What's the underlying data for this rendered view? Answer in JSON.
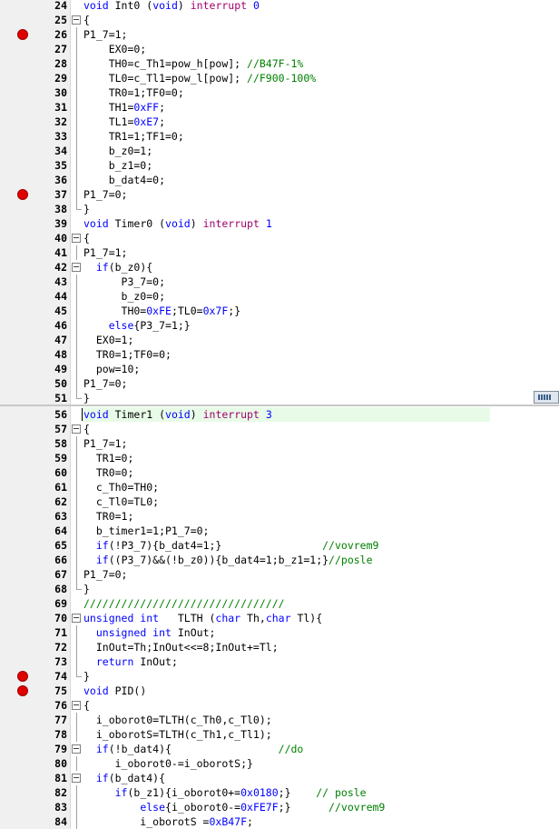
{
  "editor": {
    "lines": [
      {
        "n": "24",
        "bp": false,
        "fold": "none",
        "segs": [
          [
            "kw",
            "void "
          ],
          [
            "",
            "Int0 "
          ],
          [
            "",
            "("
          ],
          [
            "kw",
            "void"
          ],
          [
            "",
            ") "
          ],
          [
            "purple",
            "interrupt "
          ],
          [
            "num",
            "0"
          ]
        ]
      },
      {
        "n": "25",
        "bp": false,
        "fold": "open",
        "segs": [
          [
            "",
            "{"
          ]
        ]
      },
      {
        "n": "26",
        "bp": true,
        "fold": "line",
        "segs": [
          [
            "",
            "P1_7=1;"
          ]
        ]
      },
      {
        "n": "27",
        "bp": false,
        "fold": "line",
        "segs": [
          [
            "",
            "    EX0=0;"
          ]
        ]
      },
      {
        "n": "28",
        "bp": false,
        "fold": "line",
        "segs": [
          [
            "",
            "    TH0=c_Th1=pow_h[pow]; "
          ],
          [
            "cmt",
            "//B47F-1%"
          ]
        ]
      },
      {
        "n": "29",
        "bp": false,
        "fold": "line",
        "segs": [
          [
            "",
            "    TL0=c_Tl1=pow_l[pow]; "
          ],
          [
            "cmt",
            "//F900-100%"
          ]
        ]
      },
      {
        "n": "30",
        "bp": false,
        "fold": "line",
        "segs": [
          [
            "",
            "    TR0=1;TF0=0;"
          ]
        ]
      },
      {
        "n": "31",
        "bp": false,
        "fold": "line",
        "segs": [
          [
            "",
            "    TH1="
          ],
          [
            "num",
            "0xFF"
          ],
          [
            "",
            ";"
          ]
        ]
      },
      {
        "n": "32",
        "bp": false,
        "fold": "line",
        "segs": [
          [
            "",
            "    TL1="
          ],
          [
            "num",
            "0xE7"
          ],
          [
            "",
            ";"
          ]
        ]
      },
      {
        "n": "33",
        "bp": false,
        "fold": "line",
        "segs": [
          [
            "",
            "    TR1=1;TF1=0;"
          ]
        ]
      },
      {
        "n": "34",
        "bp": false,
        "fold": "line",
        "segs": [
          [
            "",
            "    b_z0=1;"
          ]
        ]
      },
      {
        "n": "35",
        "bp": false,
        "fold": "line",
        "segs": [
          [
            "",
            "    b_z1=0;"
          ]
        ]
      },
      {
        "n": "36",
        "bp": false,
        "fold": "line",
        "segs": [
          [
            "",
            "    b_dat4=0;"
          ]
        ]
      },
      {
        "n": "37",
        "bp": true,
        "fold": "line",
        "segs": [
          [
            "",
            "P1_7=0;"
          ]
        ]
      },
      {
        "n": "38",
        "bp": false,
        "fold": "end",
        "segs": [
          [
            "",
            "}"
          ]
        ]
      },
      {
        "n": "39",
        "bp": false,
        "fold": "none",
        "segs": [
          [
            "kw",
            "void "
          ],
          [
            "",
            "Timer0 "
          ],
          [
            "",
            "("
          ],
          [
            "kw",
            "void"
          ],
          [
            "",
            ") "
          ],
          [
            "purple",
            "interrupt "
          ],
          [
            "num",
            "1"
          ]
        ]
      },
      {
        "n": "40",
        "bp": false,
        "fold": "open",
        "segs": [
          [
            "",
            "{"
          ]
        ]
      },
      {
        "n": "41",
        "bp": false,
        "fold": "line",
        "segs": [
          [
            "",
            "P1_7=1;"
          ]
        ]
      },
      {
        "n": "42",
        "bp": false,
        "fold": "open",
        "segs": [
          [
            "",
            "  "
          ],
          [
            "kw",
            "if"
          ],
          [
            "",
            "(b_z0){"
          ]
        ]
      },
      {
        "n": "43",
        "bp": false,
        "fold": "line",
        "segs": [
          [
            "",
            "      P3_7=0;"
          ]
        ]
      },
      {
        "n": "44",
        "bp": false,
        "fold": "line",
        "segs": [
          [
            "",
            "      b_z0=0;"
          ]
        ]
      },
      {
        "n": "45",
        "bp": false,
        "fold": "line",
        "segs": [
          [
            "",
            "      TH0="
          ],
          [
            "num",
            "0xFE"
          ],
          [
            "",
            ";TL0="
          ],
          [
            "num",
            "0x7F"
          ],
          [
            "",
            ";}"
          ]
        ]
      },
      {
        "n": "46",
        "bp": false,
        "fold": "line",
        "segs": [
          [
            "",
            "    "
          ],
          [
            "kw",
            "else"
          ],
          [
            "",
            "{P3_7=1;}"
          ]
        ]
      },
      {
        "n": "47",
        "bp": false,
        "fold": "line",
        "segs": [
          [
            "",
            "  EX0=1;"
          ]
        ]
      },
      {
        "n": "48",
        "bp": false,
        "fold": "line",
        "segs": [
          [
            "",
            "  TR0=1;TF0=0;"
          ]
        ]
      },
      {
        "n": "49",
        "bp": false,
        "fold": "line",
        "segs": [
          [
            "",
            "  pow=10;"
          ]
        ]
      },
      {
        "n": "50",
        "bp": false,
        "fold": "line",
        "segs": [
          [
            "",
            "P1_7=0;"
          ]
        ]
      },
      {
        "n": "51",
        "bp": false,
        "fold": "end",
        "segs": [
          [
            "",
            "}"
          ]
        ]
      },
      {
        "n": "56",
        "bp": false,
        "fold": "none",
        "current": true,
        "segs": [
          [
            "kw",
            "void "
          ],
          [
            "",
            "Timer1 "
          ],
          [
            "",
            "("
          ],
          [
            "kw",
            "void"
          ],
          [
            "",
            ") "
          ],
          [
            "purple",
            "interrupt "
          ],
          [
            "num",
            "3"
          ]
        ]
      },
      {
        "n": "57",
        "bp": false,
        "fold": "open",
        "segs": [
          [
            "",
            "{"
          ]
        ]
      },
      {
        "n": "58",
        "bp": false,
        "fold": "line",
        "segs": [
          [
            "",
            "P1_7=1;"
          ]
        ]
      },
      {
        "n": "59",
        "bp": false,
        "fold": "line",
        "segs": [
          [
            "",
            "  TR1=0;"
          ]
        ]
      },
      {
        "n": "60",
        "bp": false,
        "fold": "line",
        "segs": [
          [
            "",
            "  TR0=0;"
          ]
        ]
      },
      {
        "n": "61",
        "bp": false,
        "fold": "line",
        "segs": [
          [
            "",
            "  c_Th0=TH0;"
          ]
        ]
      },
      {
        "n": "62",
        "bp": false,
        "fold": "line",
        "segs": [
          [
            "",
            "  c_Tl0=TL0;"
          ]
        ]
      },
      {
        "n": "63",
        "bp": false,
        "fold": "line",
        "segs": [
          [
            "",
            "  TR0=1;"
          ]
        ]
      },
      {
        "n": "64",
        "bp": false,
        "fold": "line",
        "segs": [
          [
            "",
            "  b_timer1=1;P1_7=0;"
          ]
        ]
      },
      {
        "n": "65",
        "bp": false,
        "fold": "line",
        "segs": [
          [
            "",
            "  "
          ],
          [
            "kw",
            "if"
          ],
          [
            "",
            "(!P3_7){b_dat4=1;}                "
          ],
          [
            "cmt",
            "//vovrem9"
          ]
        ]
      },
      {
        "n": "66",
        "bp": false,
        "fold": "line",
        "segs": [
          [
            "",
            "  "
          ],
          [
            "kw",
            "if"
          ],
          [
            "",
            "((P3_7)&&(!b_z0)){b_dat4=1;b_z1=1;}"
          ],
          [
            "cmt",
            "//posle"
          ]
        ]
      },
      {
        "n": "67",
        "bp": false,
        "fold": "line",
        "segs": [
          [
            "",
            "P1_7=0;"
          ]
        ]
      },
      {
        "n": "68",
        "bp": false,
        "fold": "end",
        "segs": [
          [
            "",
            "}"
          ]
        ]
      },
      {
        "n": "69",
        "bp": false,
        "fold": "none",
        "segs": [
          [
            "cmt",
            "////////////////////////////////"
          ]
        ]
      },
      {
        "n": "70",
        "bp": false,
        "fold": "open",
        "segs": [
          [
            "kw",
            "unsigned int "
          ],
          [
            "",
            "  TLTH ("
          ],
          [
            "kw",
            "char "
          ],
          [
            "",
            "Th,"
          ],
          [
            "kw",
            "char "
          ],
          [
            "",
            "Tl){"
          ]
        ]
      },
      {
        "n": "71",
        "bp": false,
        "fold": "line",
        "segs": [
          [
            "",
            "  "
          ],
          [
            "kw",
            "unsigned int "
          ],
          [
            "",
            "InOut;"
          ]
        ]
      },
      {
        "n": "72",
        "bp": false,
        "fold": "line",
        "segs": [
          [
            "",
            "  InOut=Th;InOut<<=8;InOut+=Tl;"
          ]
        ]
      },
      {
        "n": "73",
        "bp": false,
        "fold": "line",
        "segs": [
          [
            "",
            "  "
          ],
          [
            "kw",
            "return "
          ],
          [
            "",
            "InOut;"
          ]
        ]
      },
      {
        "n": "74",
        "bp": true,
        "fold": "end",
        "segs": [
          [
            "",
            "}"
          ]
        ]
      },
      {
        "n": "75",
        "bp": true,
        "fold": "none",
        "segs": [
          [
            "kw",
            "void "
          ],
          [
            "",
            "PID()"
          ]
        ]
      },
      {
        "n": "76",
        "bp": false,
        "fold": "open",
        "segs": [
          [
            "",
            "{"
          ]
        ]
      },
      {
        "n": "77",
        "bp": false,
        "fold": "line",
        "segs": [
          [
            "",
            "  i_oborot0=TLTH(c_Th0,c_Tl0);"
          ]
        ]
      },
      {
        "n": "78",
        "bp": false,
        "fold": "line",
        "segs": [
          [
            "",
            "  i_oborotS=TLTH(c_Th1,c_Tl1);"
          ]
        ]
      },
      {
        "n": "79",
        "bp": false,
        "fold": "open",
        "segs": [
          [
            "",
            "  "
          ],
          [
            "kw",
            "if"
          ],
          [
            "",
            "(!b_dat4){                 "
          ],
          [
            "cmt",
            "//do"
          ]
        ]
      },
      {
        "n": "80",
        "bp": false,
        "fold": "line",
        "segs": [
          [
            "",
            "     i_oborot0-=i_oborotS;}"
          ]
        ]
      },
      {
        "n": "81",
        "bp": false,
        "fold": "open",
        "segs": [
          [
            "",
            "  "
          ],
          [
            "kw",
            "if"
          ],
          [
            "",
            "(b_dat4){"
          ]
        ]
      },
      {
        "n": "82",
        "bp": false,
        "fold": "line",
        "segs": [
          [
            "",
            "     "
          ],
          [
            "kw",
            "if"
          ],
          [
            "",
            "(b_z1){i_oborot0+="
          ],
          [
            "num",
            "0x0180"
          ],
          [
            "",
            ";}    "
          ],
          [
            "cmt",
            "// posle"
          ]
        ]
      },
      {
        "n": "83",
        "bp": false,
        "fold": "line",
        "segs": [
          [
            "",
            "         "
          ],
          [
            "kw",
            "else"
          ],
          [
            "",
            "{i_oborot0-="
          ],
          [
            "num",
            "0xFE7F"
          ],
          [
            "",
            ";}      "
          ],
          [
            "cmt",
            "//vovrem9"
          ]
        ]
      },
      {
        "n": "84",
        "bp": false,
        "fold": "line",
        "segs": [
          [
            "",
            "         i_oborotS ="
          ],
          [
            "num",
            "0xB47F"
          ],
          [
            "",
            ";"
          ]
        ]
      }
    ]
  },
  "colors": {
    "keyword": "#0000ff",
    "interrupt": "#a0006e",
    "comment": "#008000",
    "breakpoint": "#e00000"
  },
  "icons": {
    "breakpoint": "breakpoint-icon",
    "fold": "fold-toggle-icon",
    "keyboard": "keyboard-icon"
  }
}
